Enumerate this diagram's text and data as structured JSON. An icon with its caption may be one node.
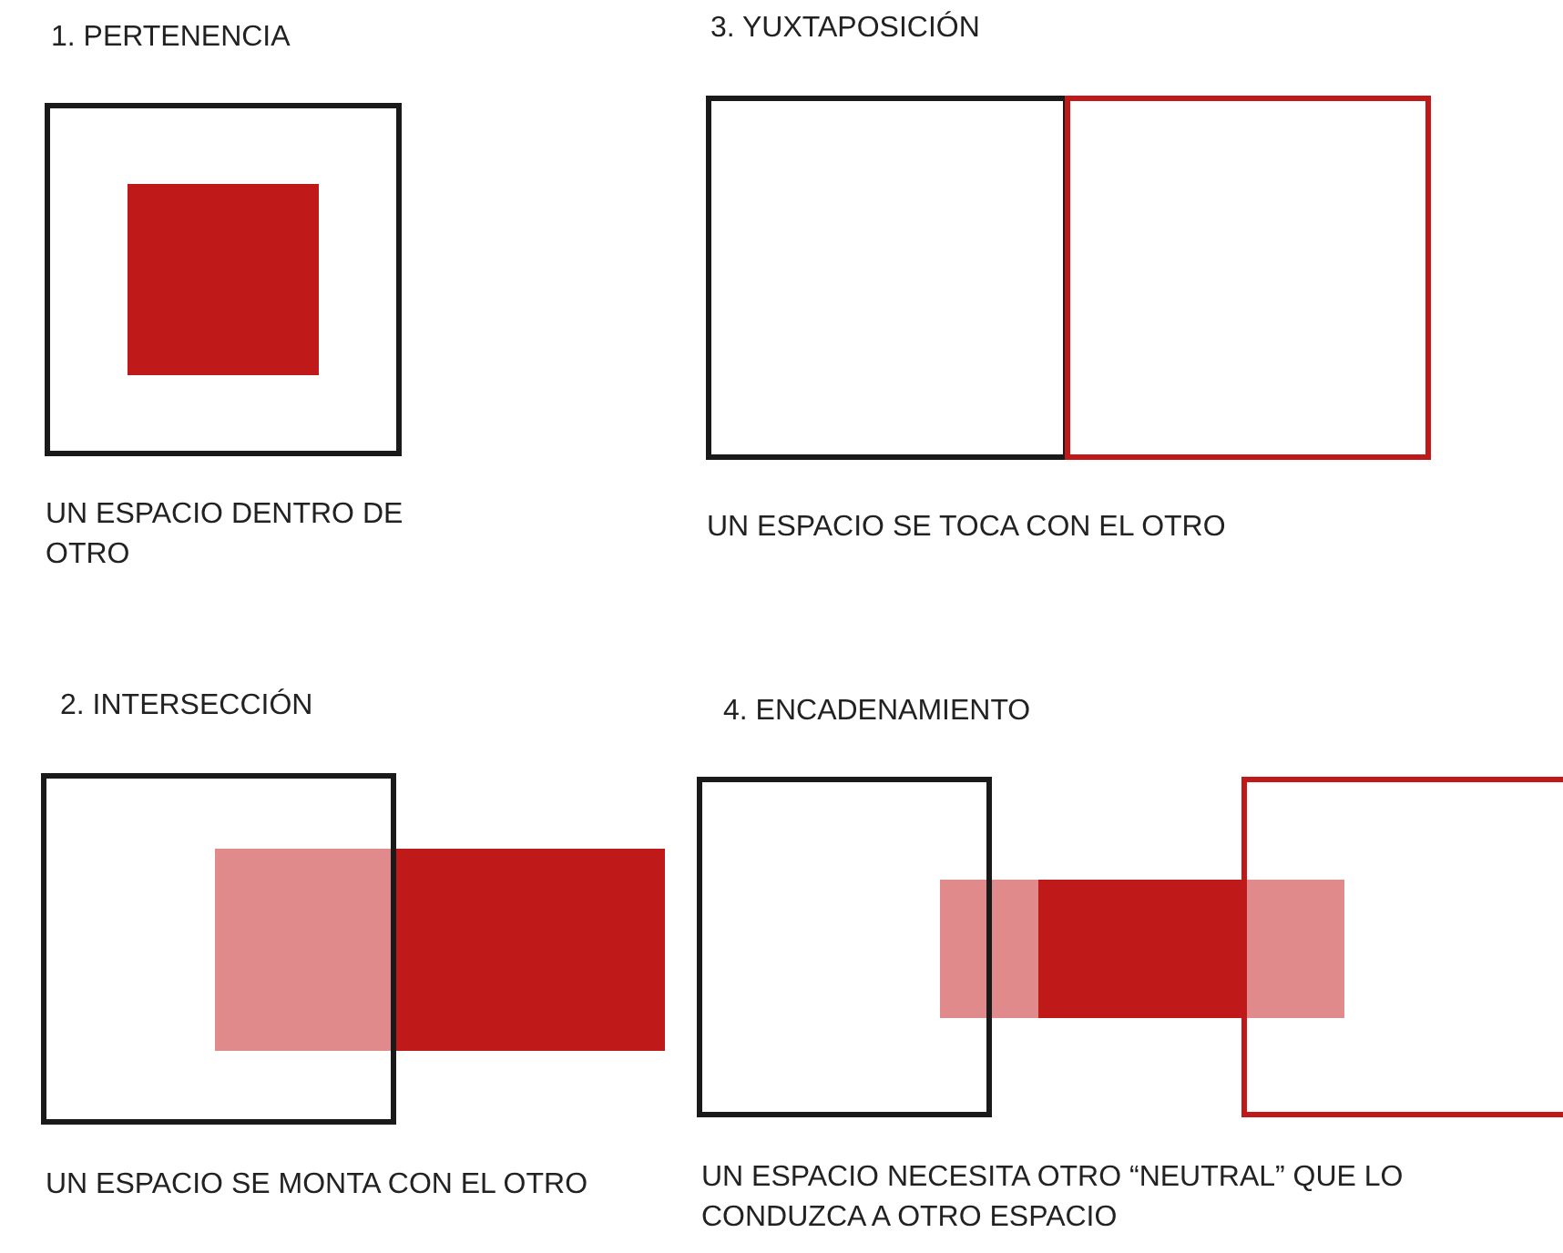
{
  "diagram": {
    "labels": [
      "1. PERTENENCIA",
      "3. YUXTAPOSICIÓN",
      "UN ESPACIO DENTRO DE OTRO",
      "UN ESPACIO SE TOCA CON EL OTRO",
      "2. INTERSECCIÓN",
      "4. ENCADENAMIENTO",
      "UN ESPACIO SE MONTA CON EL OTRO",
      "UN ESPACIO NECESITA OTRO “NEUTRAL” QUE LO CONDUZCA A OTRO ESPACIO"
    ]
  }
}
